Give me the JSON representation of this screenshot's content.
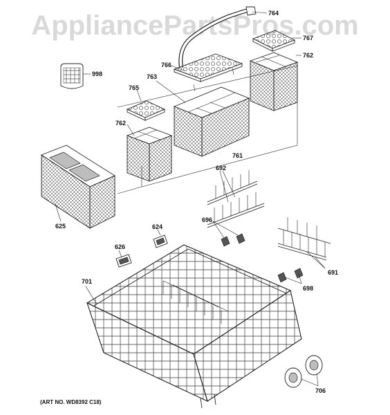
{
  "watermark": "AppliancePartsPros.com",
  "art_number": "(ART NO. WD8392 C18)",
  "callouts": {
    "c764": "764",
    "c767": "767",
    "c762a": "762",
    "c998": "998",
    "c766": "766",
    "c763": "763",
    "c765": "765",
    "c762b": "762",
    "c761": "761",
    "c692": "692",
    "c625": "625",
    "c624": "624",
    "c696": "696",
    "c626": "626",
    "c691": "691",
    "c701": "701",
    "c698": "698",
    "c706": "706"
  }
}
